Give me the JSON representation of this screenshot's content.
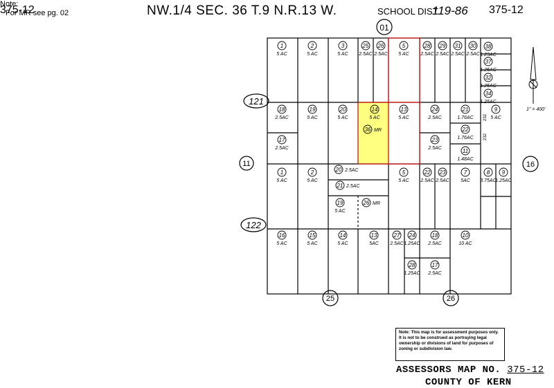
{
  "header": {
    "page_left": "375-12",
    "title": "NW.1/4 SEC. 36 T.9 N.R.13 W.",
    "school_label": "SCHOOL DIST.",
    "school_num": "119-86",
    "page_right": "375-12"
  },
  "north_scale": "1\" = 400'",
  "note": {
    "line1": "Note:",
    "line2": "For MR see pg. 02"
  },
  "disclaimer": "Note: This map is for assessment purposes only. It is not to be construed as portraying legal ownership or divisions of land for purposes of zoning or subdivision law.",
  "footer": {
    "map_no_label": "ASSESSORS MAP NO.",
    "map_no_value": "375-12",
    "county": "COUNTY OF KERN"
  },
  "road_labels": {
    "top": "01",
    "left_upper": "121",
    "left_mid": "11",
    "left_lower": "122",
    "right": "16",
    "bottom_left": "25",
    "bottom_right": "26"
  },
  "highlight_color": "#ffff80",
  "red_line_color": "#d01010",
  "parcels": [
    {
      "num": "1",
      "size": "5 AC"
    },
    {
      "num": "2",
      "size": "5 AC"
    },
    {
      "num": "3",
      "size": "5 AC"
    },
    {
      "num": "25",
      "size": "2.5AC"
    },
    {
      "num": "26",
      "size": "2.5AC"
    },
    {
      "num": "5",
      "size": "5 AC"
    },
    {
      "num": "28",
      "size": "2.5AC"
    },
    {
      "num": "29",
      "size": "2.5AC"
    },
    {
      "num": "31",
      "size": "2.5AC"
    },
    {
      "num": "30",
      "size": "2.5AC"
    },
    {
      "num": "38",
      "size": "1.25AC"
    },
    {
      "num": "37",
      "size": "1.25AC"
    },
    {
      "num": "32",
      "size": "1.25AC"
    },
    {
      "num": "34",
      "size": "1.25AC"
    },
    {
      "num": "18",
      "size": "2.5AC"
    },
    {
      "num": "19",
      "size": "5 AC"
    },
    {
      "num": "20",
      "size": "5 AC"
    },
    {
      "num": "14",
      "size": "5 AC"
    },
    {
      "num": "36",
      "size": "MR"
    },
    {
      "num": "13",
      "size": "5 AC"
    },
    {
      "num": "24",
      "size": "2.5AC"
    },
    {
      "num": "21",
      "size": "1.76AC"
    },
    {
      "num": "9",
      "size": "5 AC"
    },
    {
      "num": "22",
      "size": "1.76AC"
    },
    {
      "num": "17",
      "size": "2.5AC"
    },
    {
      "num": "23",
      "size": "2.5AC"
    },
    {
      "num": "11",
      "size": "1.48AC"
    },
    {
      "num": "1",
      "size": "5 AC"
    },
    {
      "num": "2",
      "size": "5 AC"
    },
    {
      "num": "20",
      "size": "2.5AC"
    },
    {
      "num": "5",
      "size": "5 AC"
    },
    {
      "num": "22",
      "size": "2.5AC"
    },
    {
      "num": "23",
      "size": "2.5AC"
    },
    {
      "num": "7",
      "size": "5AC"
    },
    {
      "num": "8",
      "size": "3.75AC"
    },
    {
      "num": "9",
      "size": "1.25AC"
    },
    {
      "num": "21",
      "size": "2.5AC"
    },
    {
      "num": "19",
      "size": "5 AC"
    },
    {
      "num": "26",
      "size": "MR"
    },
    {
      "num": "16",
      "size": "5 AC"
    },
    {
      "num": "15",
      "size": "5 AC"
    },
    {
      "num": "14",
      "size": "5 AC"
    },
    {
      "num": "13",
      "size": "5AC"
    },
    {
      "num": "27",
      "size": "2.5AC"
    },
    {
      "num": "24",
      "size": "1.25AC"
    },
    {
      "num": "18",
      "size": "2.5AC"
    },
    {
      "num": "10",
      "size": "10 AC"
    },
    {
      "num": "28",
      "size": "1.25AC"
    },
    {
      "num": "17",
      "size": "2.5AC"
    }
  ],
  "small_labels": [
    "232",
    "232"
  ]
}
